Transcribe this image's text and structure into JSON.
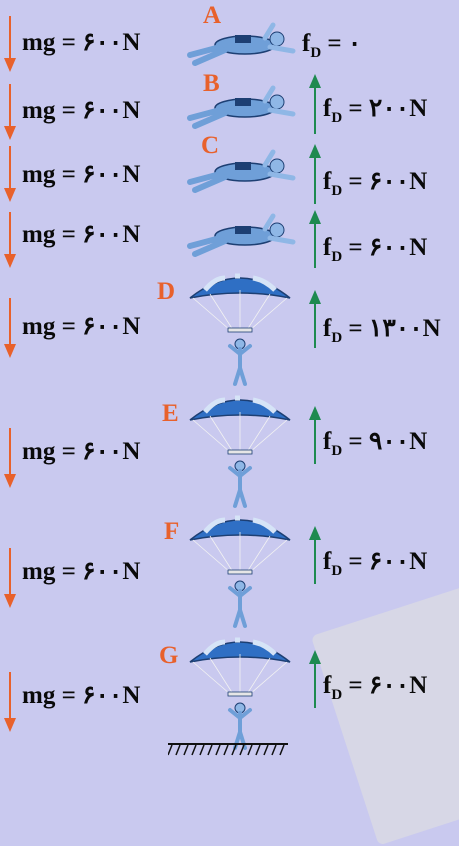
{
  "weight_label": "mg = ۶۰۰N",
  "drag_prefix": "f",
  "drag_sub": "D",
  "colors": {
    "weight_arrow": "#e8612c",
    "drag_arrow": "#1e8a50",
    "letter": "#e8612c",
    "canopy_stripe": "#2f6fc4"
  },
  "stages": [
    {
      "letter": "A",
      "drag": "= ۰",
      "form": "freefall"
    },
    {
      "letter": "B",
      "drag": "= ۲۰۰N",
      "form": "freefall"
    },
    {
      "letter": "C",
      "drag": "= ۶۰۰N",
      "form": "freefall"
    },
    {
      "letter": "",
      "drag": "= ۶۰۰N",
      "form": "freefall"
    },
    {
      "letter": "D",
      "drag": "= ۱۳۰۰N",
      "form": "parachute"
    },
    {
      "letter": "E",
      "drag": "= ۹۰۰N",
      "form": "parachute"
    },
    {
      "letter": "F",
      "drag": "= ۶۰۰N",
      "form": "parachute"
    },
    {
      "letter": "G",
      "drag": "= ۶۰۰N",
      "form": "parachute"
    }
  ]
}
